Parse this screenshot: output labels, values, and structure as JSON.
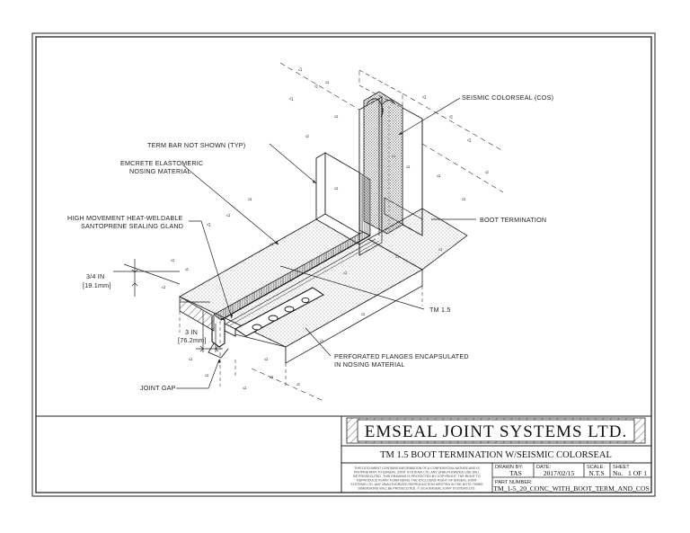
{
  "callouts": {
    "term_bar": "TERM BAR NOT SHOWN (TYP)",
    "emcrete_1": "EMCRETE ELASTOMERIC",
    "emcrete_2": "NOSING MATERIAL",
    "gland_1": "HIGH MOVEMENT HEAT-WELDABLE",
    "gland_2": "SANTOPRENE SEALING GLAND",
    "dim_in": "3/4 IN",
    "dim_mm": "[19.1mm]",
    "dim2_in": "3 IN",
    "dim2_mm": "[76.2mm]",
    "joint_gap": "JOINT GAP",
    "seismic": "SEISMIC COLORSEAL (COS)",
    "boot": "BOOT TERMINATION",
    "tm": "TM 1.5",
    "perf_1": "PERFORATED FLANGES ENCAPSULATED",
    "perf_2": "IN NOSING MATERIAL"
  },
  "title_block": {
    "company": "EMSEAL  JOINT  SYSTEMS  LTD.",
    "title": "TM 1.5 BOOT TERMINATION W/SEISMIC COLORSEAL",
    "notice": [
      "THIS DOCUMENT CONTAINS INFORMATION OF A CONFIDENTIAL NATURE AND IS",
      "PROPRIETARY TO EMSEAL JOINT SYSTEMS LTD. ANY UNAUTHORIZED USE WILL",
      "BE PROSECUTED. THIS DRAWING IS PROTECTED BY COPYRIGHT. THE RIGHT TO",
      "REPRODUCE IN ANY FORM BEING THE EXCLUSIVE RIGHT OF EMSEAL JOINT",
      "SYSTEMS LTD. ANY UNAUTHORIZED REPRODUCTION WRITTEN IN THE NOTE THREE",
      "DIMENSIONS WILL BE PROSECUTED. © 2014 EMSEAL JOINT SYSTEMS LTD."
    ],
    "drawn_by_label": "DRAWN BY:",
    "drawn_by": "TAS",
    "date_label": "DATE:",
    "date": "2017/02/15",
    "scale_label": "SCALE:",
    "scale": "N.T.S",
    "sheet_label": "SHEET",
    "sheet_no": "No.",
    "sheet": "1 OF 1",
    "part_label": "PART NUMBER:",
    "part": "TM_1-5_20_CONC_WITH_BOOT_TERM_AND_COS"
  }
}
